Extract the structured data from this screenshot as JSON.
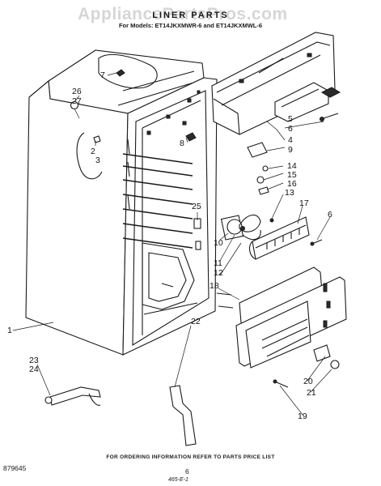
{
  "watermark": "AppliancePartsPros.com",
  "title": "LINER PARTS",
  "subtitle": "For Models: ET14JKXMWR-6 and ET14JKXMWL-6",
  "callouts": [
    "7",
    "26",
    "27",
    "2",
    "3",
    "8",
    "4",
    "5",
    "6",
    "9",
    "14",
    "15",
    "16",
    "13",
    "17",
    "6",
    "25",
    "10",
    "11",
    "12",
    "18",
    "22",
    "1",
    "23",
    "24",
    "20",
    "21",
    "19"
  ],
  "footer_note": "FOR ORDERING INFORMATION REFER TO PARTS PRICE LIST",
  "code_left": "879645",
  "page_number": "6",
  "code_bottom": "465-E-1"
}
